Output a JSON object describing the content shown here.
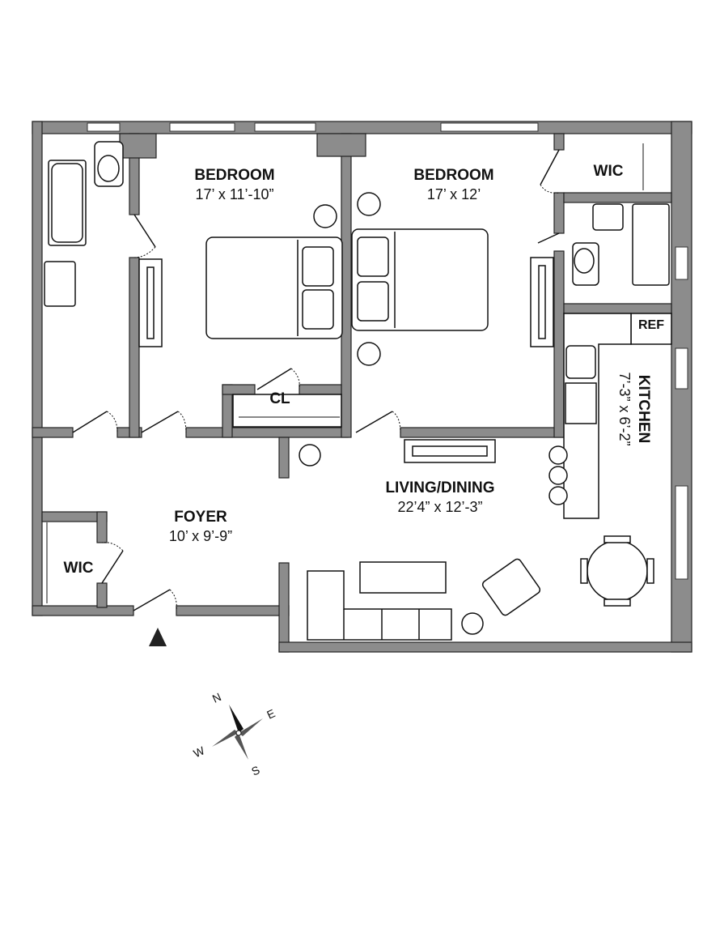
{
  "rooms": {
    "bedroom1": {
      "name": "BEDROOM",
      "dims": "17’ x 11’-10”"
    },
    "bedroom2": {
      "name": "BEDROOM",
      "dims": "17’ x 12’"
    },
    "wic_top": {
      "name": "WIC"
    },
    "closet": {
      "name": "CL"
    },
    "ref": {
      "name": "REF"
    },
    "kitchen": {
      "name": "KITCHEN",
      "dims": "7’-3” x 6’-2”"
    },
    "living": {
      "name": "LIVING/DINING",
      "dims": "22’4” x 12’-3”"
    },
    "foyer": {
      "name": "FOYER",
      "dims": "10’ x 9’-9”"
    },
    "wic_foyer": {
      "name": "WIC"
    }
  },
  "compass": {
    "n": "N",
    "e": "E",
    "s": "S",
    "w": "W"
  },
  "colors": {
    "wall": "#8c8c8c",
    "line": "#111111"
  }
}
